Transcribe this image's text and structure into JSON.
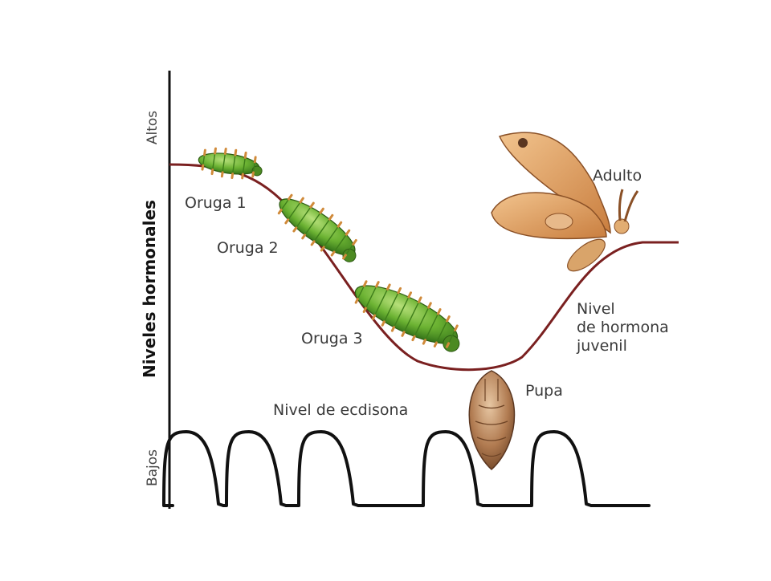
{
  "axis": {
    "title": "Niveles hormonales",
    "high": "Altos",
    "low": "Bajos"
  },
  "stages": {
    "larva1": "Oruga 1",
    "larva2": "Oruga 2",
    "larva3": "Oruga 3",
    "pupa": "Pupa",
    "adult": "Adulto"
  },
  "curves": {
    "juvenile_line1": "Nivel",
    "juvenile_line2": "de hormona",
    "juvenile_line3": "juvenil",
    "ecdysone": "Nivel de ecdisona"
  },
  "colors": {
    "juvenile_curve": "#7a2020",
    "ecdysone_curve": "#111111",
    "caterpillar": "#6bb232",
    "caterpillar_legs": "#d08a3a",
    "moth": "#d99a5a",
    "pupa": "#b07a50"
  }
}
